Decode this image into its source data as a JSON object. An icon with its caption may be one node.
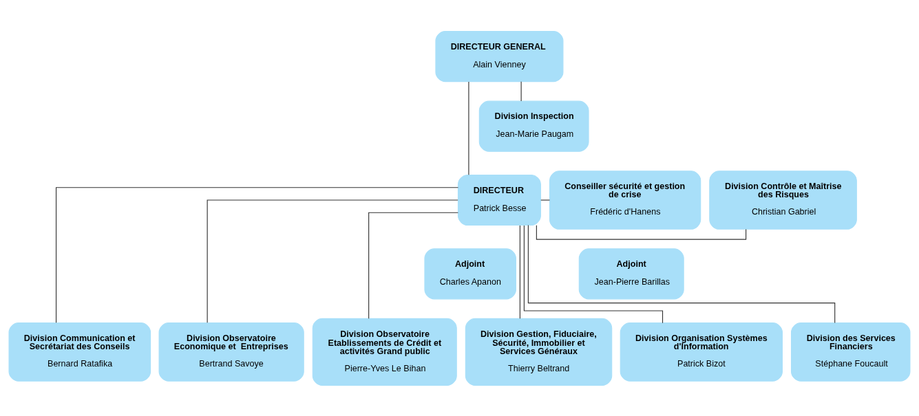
{
  "diagram": {
    "nodes": [
      {
        "text": [
          "DIRECTEUR GENERAL",
          "Alain Vienney"
        ]
      },
      {
        "text": [
          "Division Inspection",
          "Jean-Marie Paugam"
        ]
      },
      {
        "text": [
          "Conseiller sécurité et gestion de crise",
          "Frédéric d'Hanens"
        ]
      },
      {
        "text": [
          "DIRECTEUR",
          "Patrick Besse"
        ]
      },
      {
        "text": [
          "Division Contrôle et Maîtrise des Risques",
          "Christian Gabriel"
        ]
      },
      {
        "text": [
          "Adjoint",
          "Charles Apanon"
        ]
      },
      {
        "text": [
          "Adjoint",
          "Jean-Pierre Barillas"
        ]
      },
      {
        "text": [
          "Division Communication et Secrétariat des Conseils",
          "Bernard Ratafika"
        ]
      },
      {
        "text": [
          "Division Observatoire Economique et  Entreprises",
          "Bertrand Savoye"
        ]
      },
      {
        "text": [
          "Division Observatoire Etablissements de Crédit et activités Grand public",
          "Pierre-Yves Le Bihan"
        ]
      },
      {
        "text": [
          "Division Gestion, Fiduciaire, Sécurité, Immobilier et Services Généraux",
          "Thierry Beltrand"
        ]
      },
      {
        "text": [
          "Division Organisation Systèmes d'Information",
          "Patrick Bizot"
        ]
      },
      {
        "text": [
          "Division des Services Financiers",
          "Stéphane Foucault"
        ]
      }
    ],
    "edges": [
      {
        "from": 0,
        "to": 1,
        "arrow": "none"
      },
      {
        "from": 0,
        "to": 3,
        "arrow": "none"
      },
      {
        "from": 3,
        "to": 2,
        "arrow": "none"
      },
      {
        "from": 3,
        "to": 4,
        "arrow": "none"
      },
      {
        "from": 3,
        "to": 7,
        "arrow": "none"
      },
      {
        "from": 3,
        "to": 8,
        "arrow": "none"
      },
      {
        "from": 3,
        "to": 9,
        "arrow": "none"
      },
      {
        "from": 3,
        "to": 10,
        "arrow": "none"
      },
      {
        "from": 3,
        "to": 11,
        "arrow": "none"
      },
      {
        "from": 3,
        "to": 12,
        "arrow": "none"
      }
    ]
  }
}
